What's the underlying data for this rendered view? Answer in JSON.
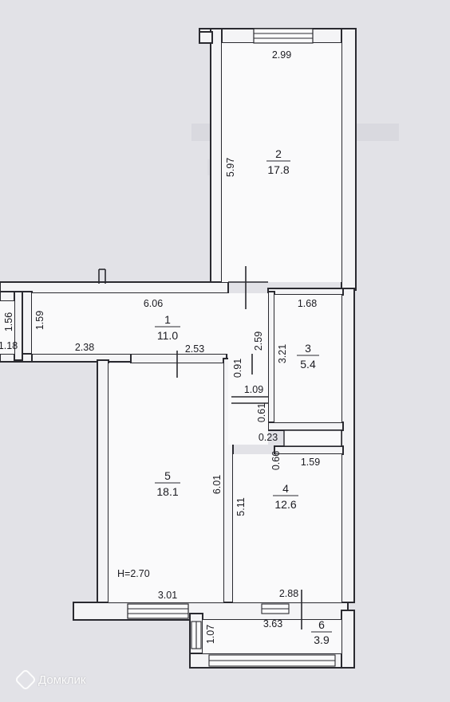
{
  "plan": {
    "ceiling_height": "H=2.70",
    "rooms": [
      {
        "num": "2",
        "area": "17.8"
      },
      {
        "num": "1",
        "area": "11.0"
      },
      {
        "num": "3",
        "area": "5.4"
      },
      {
        "num": "5",
        "area": "18.1"
      },
      {
        "num": "4",
        "area": "12.6"
      },
      {
        "num": "6",
        "area": "3.9"
      }
    ],
    "dimensions": {
      "d299": "2.99",
      "d597": "5.97",
      "d606": "6.06",
      "d168": "1.68",
      "d156": "1.56",
      "d159a": "1.59",
      "d118": "1.18",
      "d238": "2.38",
      "d253": "2.53",
      "d259": "2.59",
      "d321": "3.21",
      "d091": "0.91",
      "d109": "1.09",
      "d061": "0.61",
      "d023": "0.23",
      "d066": "0.66",
      "d159b": "1.59",
      "d601": "6.01",
      "d511": "5.11",
      "d301": "3.01",
      "d288": "2.88",
      "d363": "3.63",
      "d107": "1.07"
    }
  },
  "watermark": {
    "text": "Домклик",
    "icon": "domclick-logo-icon"
  },
  "colors": {
    "background": "#e2e2e7",
    "wall_fill": "#f4f4f6",
    "ink": "#2a2a30"
  }
}
